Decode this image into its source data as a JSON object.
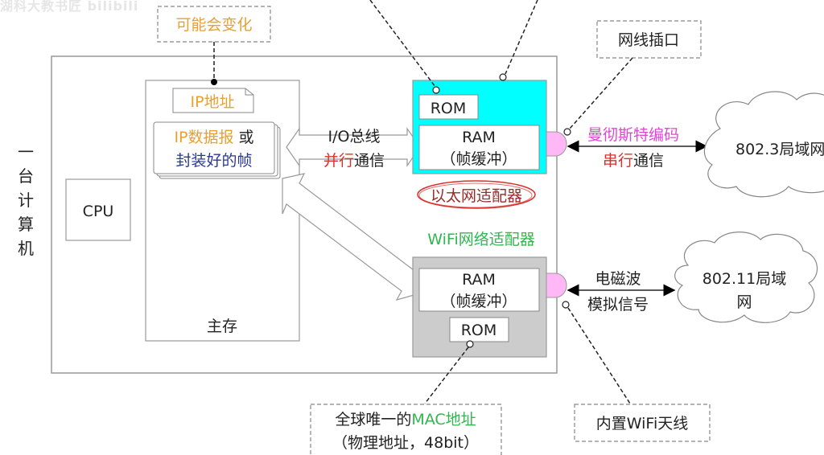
{
  "watermark": "湖科大教书匠 bilibili",
  "computer_label": [
    "一",
    "台",
    "计",
    "算",
    "机"
  ],
  "callouts": {
    "may_change": "可能会变化",
    "cable_port": "网线插口",
    "mac_line1_prefix": "全球唯一的",
    "mac_line1_highlight": "MAC地址",
    "mac_line2": "（物理地址，48bit）",
    "wifi_antenna": "内置WiFi天线"
  },
  "cpu": {
    "label": "CPU"
  },
  "main_memory": {
    "label": "主存",
    "ip_address": "IP地址",
    "datagram_part1": "IP数据报",
    "datagram_part2": " 或",
    "frame": "封装好的帧"
  },
  "io_bus": {
    "line1": "I/O总线",
    "line2_highlight": "并行",
    "line2_rest": "通信"
  },
  "ethernet_adapter": {
    "rom": "ROM",
    "ram": "RAM",
    "ram_sub": "（帧缓冲）",
    "label": "以太网适配器"
  },
  "wifi_adapter": {
    "label": "WiFi网络适配器",
    "ram": "RAM",
    "ram_sub": "（帧缓冲）",
    "rom": "ROM"
  },
  "ethernet_link": {
    "encoding": "曼彻斯特编码",
    "serial_highlight": "串行",
    "serial_rest": "通信"
  },
  "wifi_link": {
    "line1": "电磁波",
    "line2": "模拟信号"
  },
  "networks": {
    "lan_8023": "802.3局域网",
    "lan_80211_line1": "802.11局域",
    "lan_80211_line2": "网"
  },
  "colors": {
    "orange": "#e8a035",
    "blue": "#2a3a8f",
    "red": "#d9302a",
    "magenta": "#e046d6",
    "green": "#2eb84e",
    "cyan": "#00ffff",
    "gray_adapter": "#cccccc",
    "port_pink": "#ffb8f5"
  }
}
